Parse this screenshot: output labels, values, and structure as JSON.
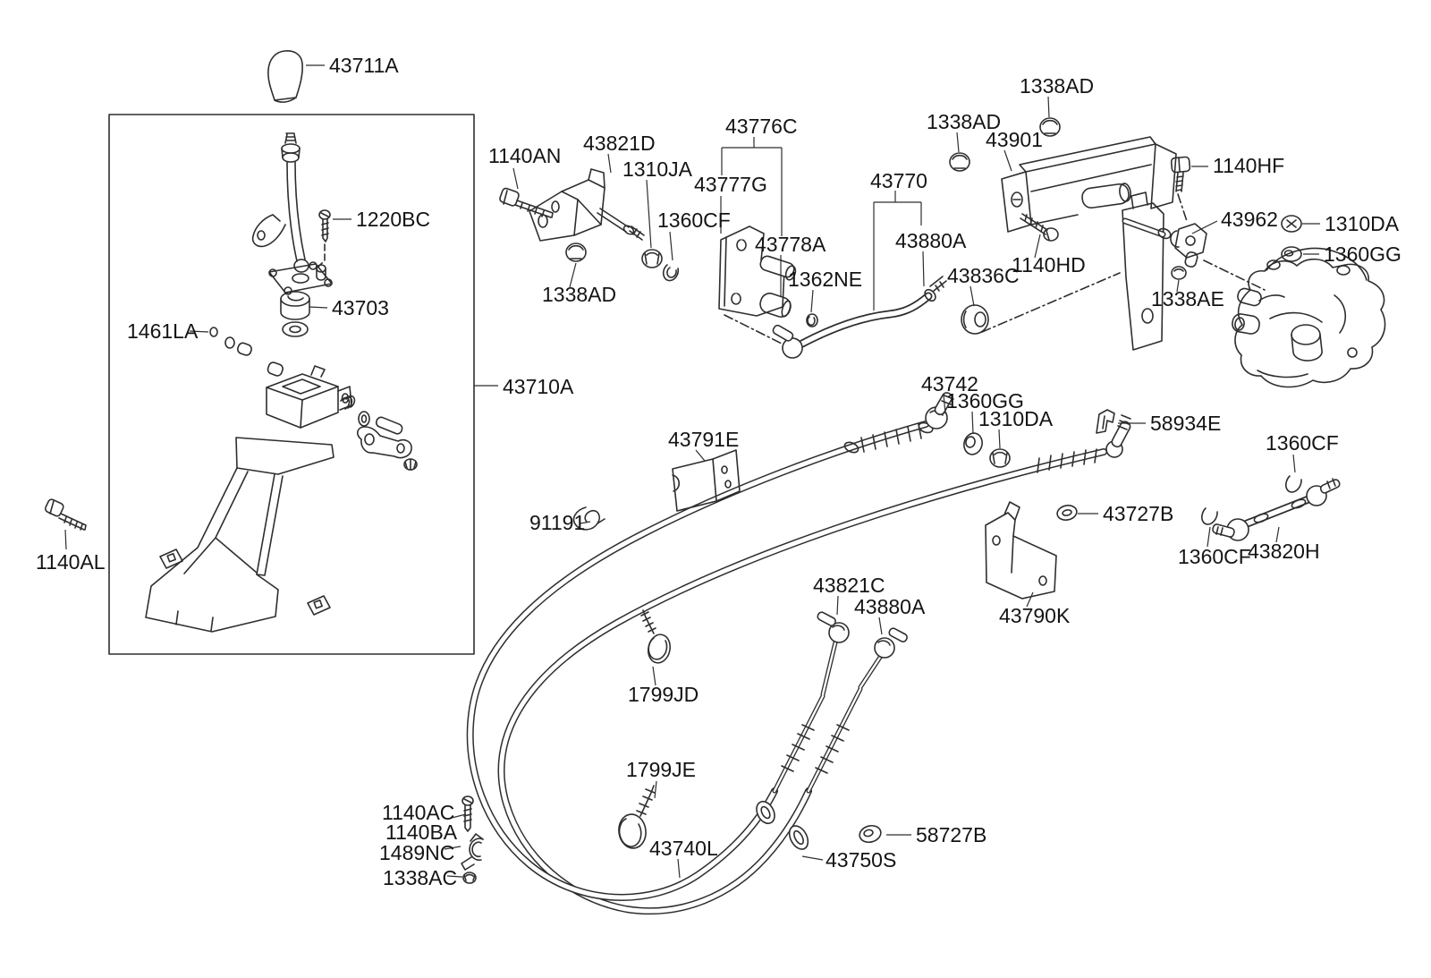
{
  "diagram_type": "exploded-parts-diagram",
  "colors": {
    "background": "#ffffff",
    "line": "#2e2e2e",
    "text": "#141414"
  },
  "labels": [
    "43711A",
    "1220BC",
    "43703",
    "1461LA",
    "43710A",
    "1140AL",
    "1140AN",
    "43821D",
    "1310JA",
    "1360CF",
    "43776C",
    "43777G",
    "43778A",
    "1362NE",
    "1338AD",
    "1338AD",
    "1338AD",
    "43901",
    "43770",
    "43880A",
    "43836C",
    "1140HD",
    "1140HF",
    "43962",
    "1310DA",
    "1360GG",
    "1338AE",
    "43742",
    "1360GG",
    "1310DA",
    "58934E",
    "43727B",
    "1360CF",
    "1360CF",
    "43820H",
    "43790K",
    "43791E",
    "91191",
    "43821C",
    "43880A",
    "1799JD",
    "1799JE",
    "1140AC",
    "1140BA",
    "1489NC",
    "1338AC",
    "43740L",
    "43750S",
    "58727B"
  ]
}
